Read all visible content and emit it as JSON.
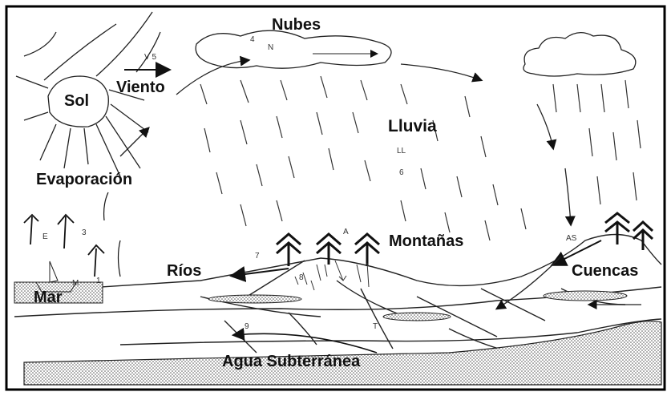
{
  "labels": {
    "nubes": "Nubes",
    "viento": "Viento",
    "sol": "Sol",
    "lluvia": "Lluvia",
    "evaporacion": "Evaporación",
    "montanas": "Montañas",
    "rios": "Ríos",
    "cuencas": "Cuencas",
    "mar": "Mar",
    "agua_subterranea": "Agua Subterránea"
  },
  "markers": {
    "nubes_num": "4",
    "nubes_letter": "N",
    "viento": "V 5",
    "lluvia_letter": "LL",
    "lluvia_num": "6",
    "evap_letter": "E",
    "evap_num": "3",
    "mar_letter": "M",
    "mar_num": "1",
    "rios_num": "7",
    "montanas_num": "8",
    "montanas_letter": "A",
    "cuencas_letter": "AS",
    "sub_num": "9",
    "sub_letter": "T"
  },
  "colors": {
    "ink": "#1a1a1a",
    "paper": "#ffffff",
    "frame": "#000000"
  }
}
